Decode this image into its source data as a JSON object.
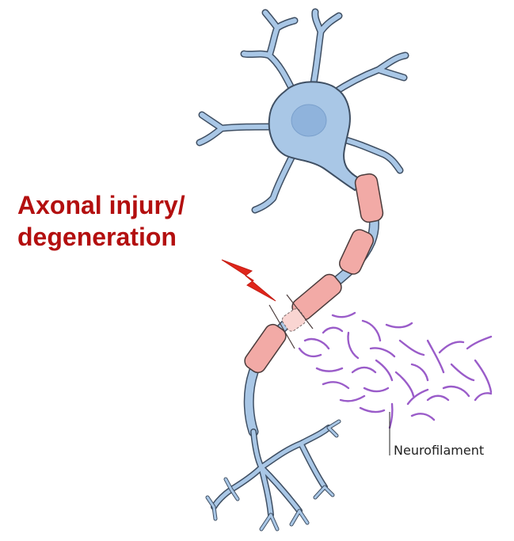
{
  "diagram": {
    "injury_label_line1": "Axonal injury/",
    "injury_label_line2": "degeneration",
    "neurofilament_label": "Neurofilament"
  },
  "colors": {
    "neuron_fill": "#a9c7e6",
    "neuron_stroke": "#3f4f63",
    "nucleus": "#8fb3dc",
    "myelin_fill": "#f2aaa6",
    "myelin_stroke": "#4a3b3b",
    "injury_text": "#b30f0f",
    "lightning": "#e0261b",
    "neurofilament": "#9a5cc9"
  },
  "icons": [
    "lightning-bolt-icon"
  ]
}
